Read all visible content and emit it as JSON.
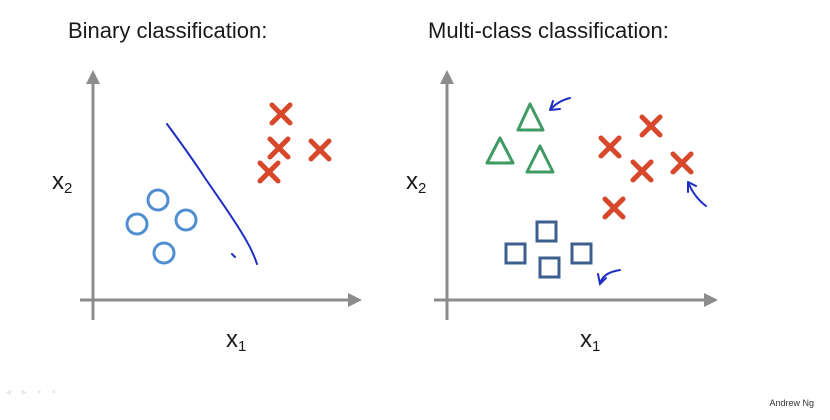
{
  "slide": {
    "left_title": "Binary classification:",
    "right_title": "Multi-class classification:",
    "axis": {
      "x_main": "x",
      "x_sub_1": "1",
      "y_main": "x",
      "y_sub_2": "2"
    },
    "footer": "Andrew Ng"
  },
  "colors": {
    "axis": "#8c8c8c",
    "circle": "#4f8fd1",
    "cross": "#d7472a",
    "triangle": "#3f9a63",
    "square": "#3d5f8f",
    "pen": "#1f2fc4"
  },
  "icons": [
    "arrow-up-icon",
    "arrow-right-icon",
    "circle-marker",
    "cross-marker",
    "triangle-marker",
    "square-marker"
  ]
}
